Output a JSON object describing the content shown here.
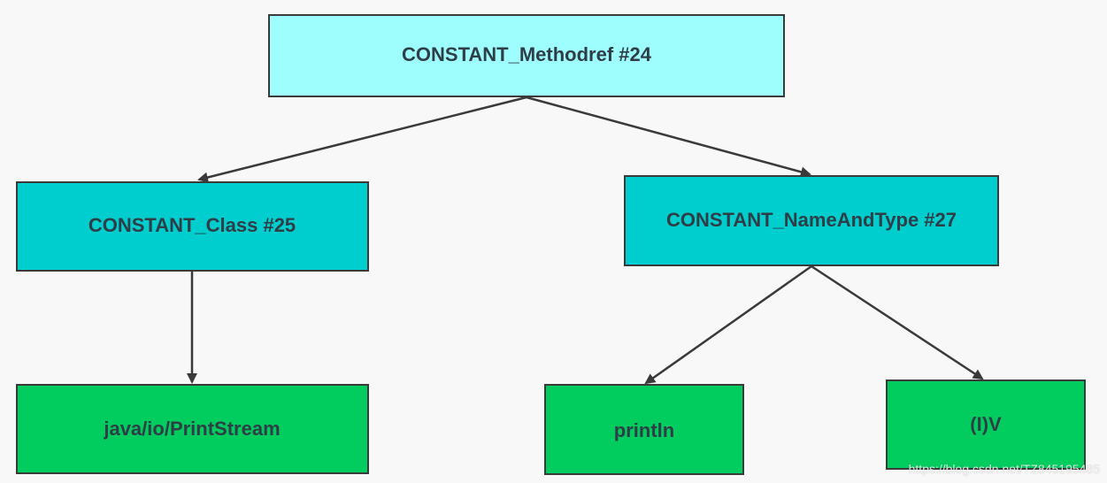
{
  "diagram": {
    "nodes": [
      {
        "id": "methodref",
        "label": "CONSTANT_Methodref  #24",
        "color": "#9efefe"
      },
      {
        "id": "class",
        "label": "CONSTANT_Class  #25",
        "color": "#00cdcd"
      },
      {
        "id": "nameandtype",
        "label": "CONSTANT_NameAndType  #27",
        "color": "#00cdcd"
      },
      {
        "id": "printstream",
        "label": "java/io/PrintStream",
        "color": "#00cd5e"
      },
      {
        "id": "println",
        "label": "println",
        "color": "#00cd5e"
      },
      {
        "id": "descriptor",
        "label": "(I)V",
        "color": "#00cd5e"
      }
    ],
    "edges": [
      {
        "from": "methodref",
        "to": "class"
      },
      {
        "from": "methodref",
        "to": "nameandtype"
      },
      {
        "from": "class",
        "to": "printstream"
      },
      {
        "from": "nameandtype",
        "to": "println"
      },
      {
        "from": "nameandtype",
        "to": "descriptor"
      }
    ],
    "colors": {
      "border": "#3a3a3a",
      "edge": "#3a3a3a",
      "text": "#2f3e46"
    }
  },
  "watermark": "https://blog.csdn.net/TZ845195485"
}
